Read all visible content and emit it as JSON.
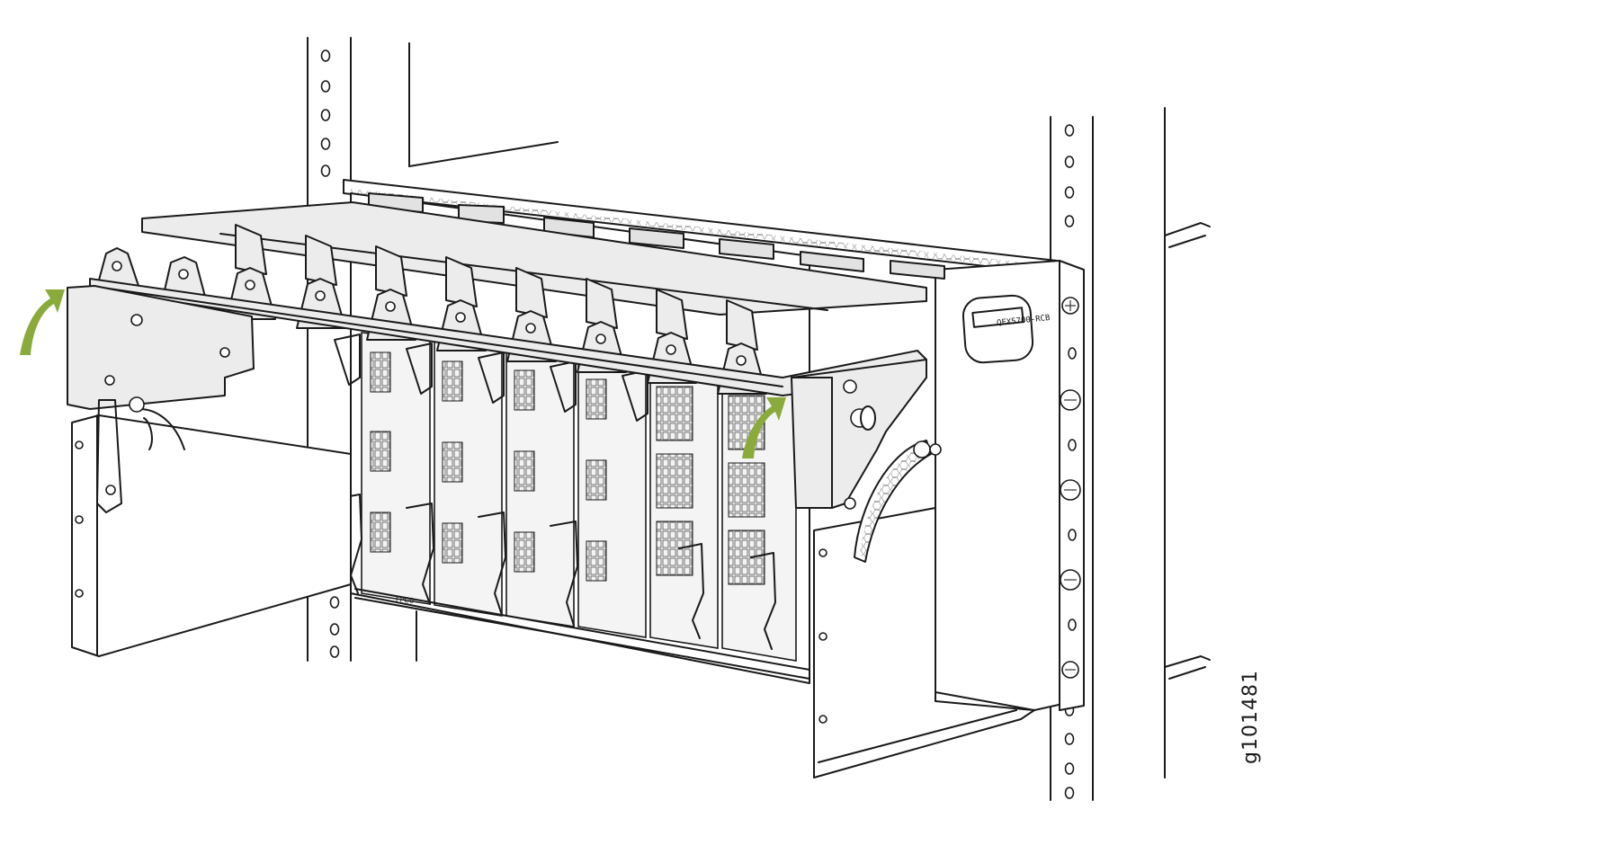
{
  "figure": {
    "id_label": "g101481",
    "chassis_model_label": "QFX5700-RCB",
    "slot_label": "FPC0"
  },
  "colors": {
    "arrow": "#8aab3c",
    "outline": "#1a1a1a",
    "panel_fill": "#ececec",
    "background": "#ffffff"
  }
}
